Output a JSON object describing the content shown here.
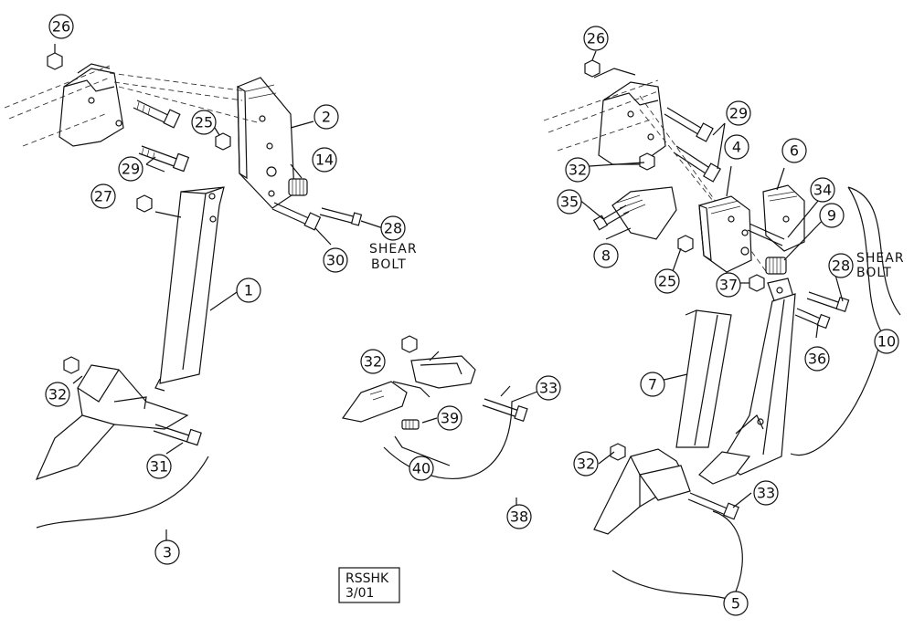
{
  "callouts_left": [
    "26",
    "2",
    "25",
    "29",
    "14",
    "27",
    "28",
    "30",
    "1",
    "32",
    "31",
    "3"
  ],
  "callouts_middle": [
    "32",
    "33",
    "39",
    "40",
    "38"
  ],
  "callouts_right": [
    "26",
    "29",
    "32",
    "4",
    "6",
    "34",
    "9",
    "35",
    "8",
    "25",
    "28",
    "37",
    "36",
    "10",
    "7",
    "32",
    "33",
    "5"
  ],
  "notes": {
    "shear_left": [
      "SHEAR",
      "BOLT"
    ],
    "shear_right": [
      "SHEAR",
      "BOLT"
    ]
  },
  "stamp": {
    "line1": "RSSHK",
    "line2": "3/01"
  }
}
